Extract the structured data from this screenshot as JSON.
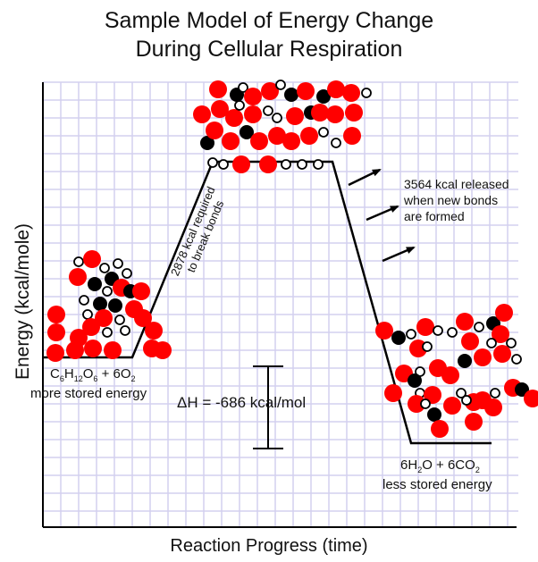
{
  "title_line1": "Sample Model of Energy Change",
  "title_line2": "During Cellular Respiration",
  "y_axis_label": "Energy (kcal/mole)",
  "x_axis_label": "Reaction Progress (time)",
  "reactants": {
    "formula_parts": [
      "C",
      "6",
      "H",
      "12",
      "O",
      "6",
      " + 6O",
      "2"
    ],
    "note": "more stored energy"
  },
  "products": {
    "formula_parts": [
      "6H",
      "2",
      "O + 6CO",
      "2"
    ],
    "note": "less stored energy"
  },
  "energy_in": {
    "line1": "2878 kcal required",
    "line2": "to break bonds"
  },
  "energy_out": {
    "line1": "3564 kcal released",
    "line2": "when new bonds",
    "line3": "are formed"
  },
  "delta_h": {
    "symbol": "Δ",
    "text": "H = -686 kcal/mol"
  },
  "colors": {
    "grid": "#d4d0ef",
    "red_atom": "#ff0000",
    "black_atom": "#000000",
    "white_atom": "#ffffff",
    "line": "#000000"
  }
}
